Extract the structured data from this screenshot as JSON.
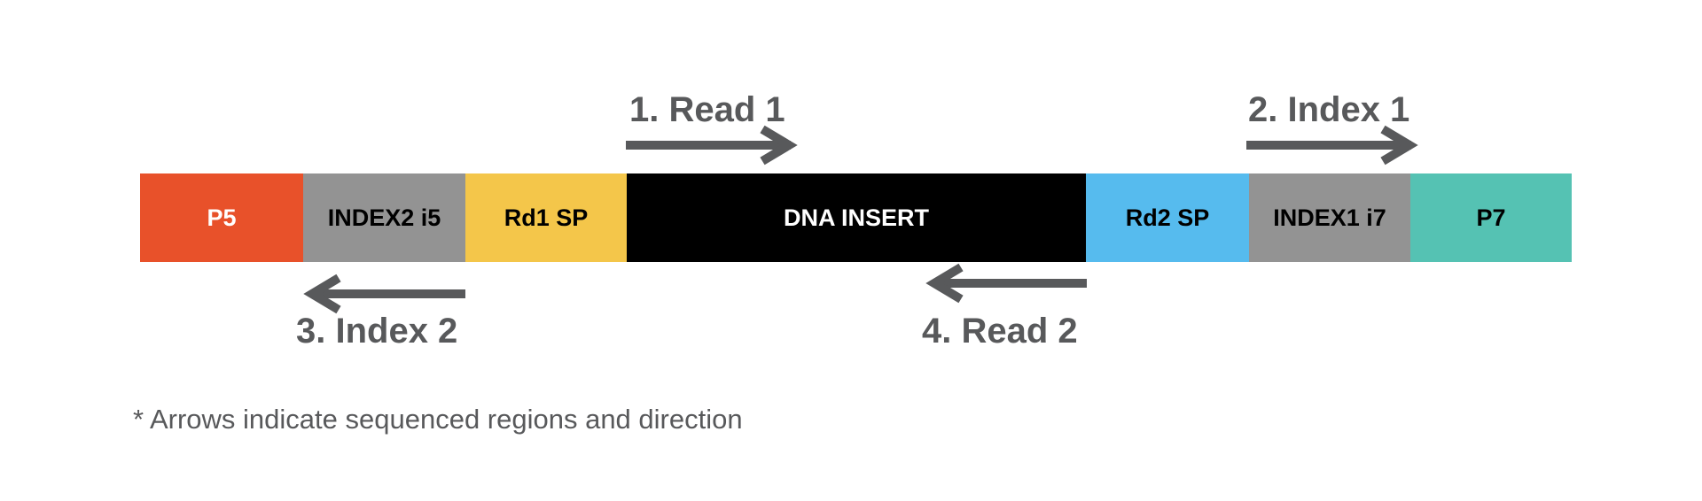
{
  "segments": [
    {
      "label": "P5",
      "color": "#e8512a",
      "text_color": "#ffffff"
    },
    {
      "label": "INDEX2 i5",
      "color": "#939393",
      "text_color": "#000000"
    },
    {
      "label": "Rd1 SP",
      "color": "#f4c64a",
      "text_color": "#000000"
    },
    {
      "label": "DNA INSERT",
      "color": "#000000",
      "text_color": "#ffffff"
    },
    {
      "label": "Rd2 SP",
      "color": "#56bbee",
      "text_color": "#000000"
    },
    {
      "label": "INDEX1 i7",
      "color": "#939393",
      "text_color": "#000000"
    },
    {
      "label": "P7",
      "color": "#55c2b3",
      "text_color": "#000000"
    }
  ],
  "reads": [
    {
      "label": "1. Read 1",
      "direction": "right"
    },
    {
      "label": "2. Index 1",
      "direction": "right"
    },
    {
      "label": "3. Index 2",
      "direction": "left"
    },
    {
      "label": "4. Read 2",
      "direction": "left"
    }
  ],
  "arrow_color": "#58595b",
  "footnote": "* Arrows indicate sequenced regions and direction"
}
